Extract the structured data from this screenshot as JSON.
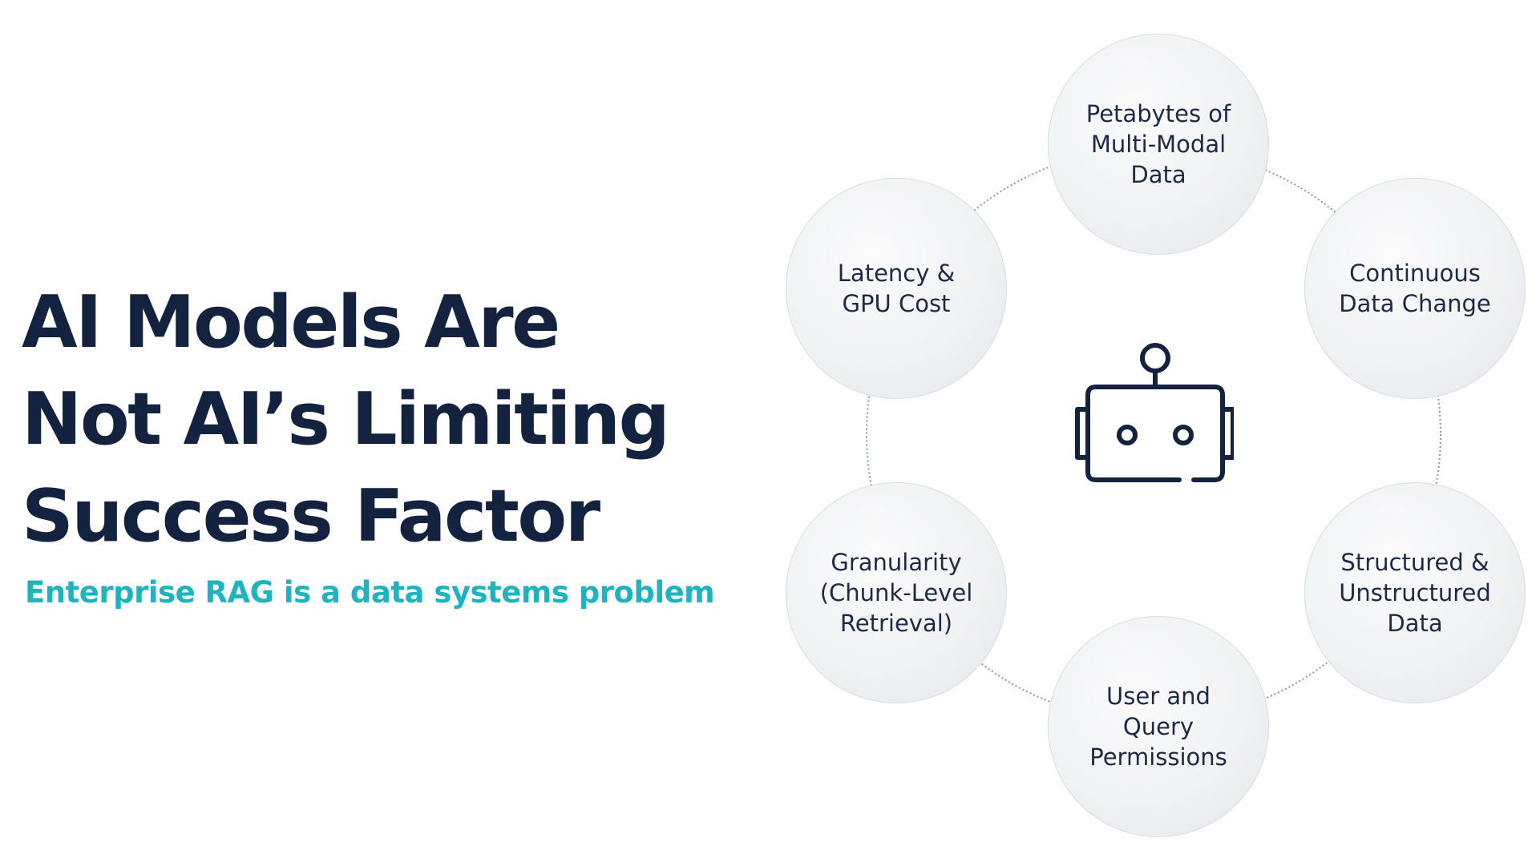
{
  "headline": {
    "line1": "AI Models Are",
    "line2": "Not AI’s Limiting",
    "line3": "Success Factor"
  },
  "subtitle": "Enterprise RAG is a data systems problem",
  "center_icon": "robot-icon",
  "nodes": [
    {
      "id": "petabytes",
      "label": "Petabytes of\nMulti-Modal\nData"
    },
    {
      "id": "continuous",
      "label": "Continuous\nData Change"
    },
    {
      "id": "structured",
      "label": "Structured &\nUnstructured\nData"
    },
    {
      "id": "permissions",
      "label": "User and\nQuery\nPermissions"
    },
    {
      "id": "granularity",
      "label": "Granularity\n(Chunk-Level\nRetrieval)"
    },
    {
      "id": "latency",
      "label": "Latency &\nGPU Cost"
    }
  ],
  "colors": {
    "headline": "#13233f",
    "subtitle": "#1fb3c0",
    "node_text": "#1c2a45",
    "icon": "#13233f"
  }
}
